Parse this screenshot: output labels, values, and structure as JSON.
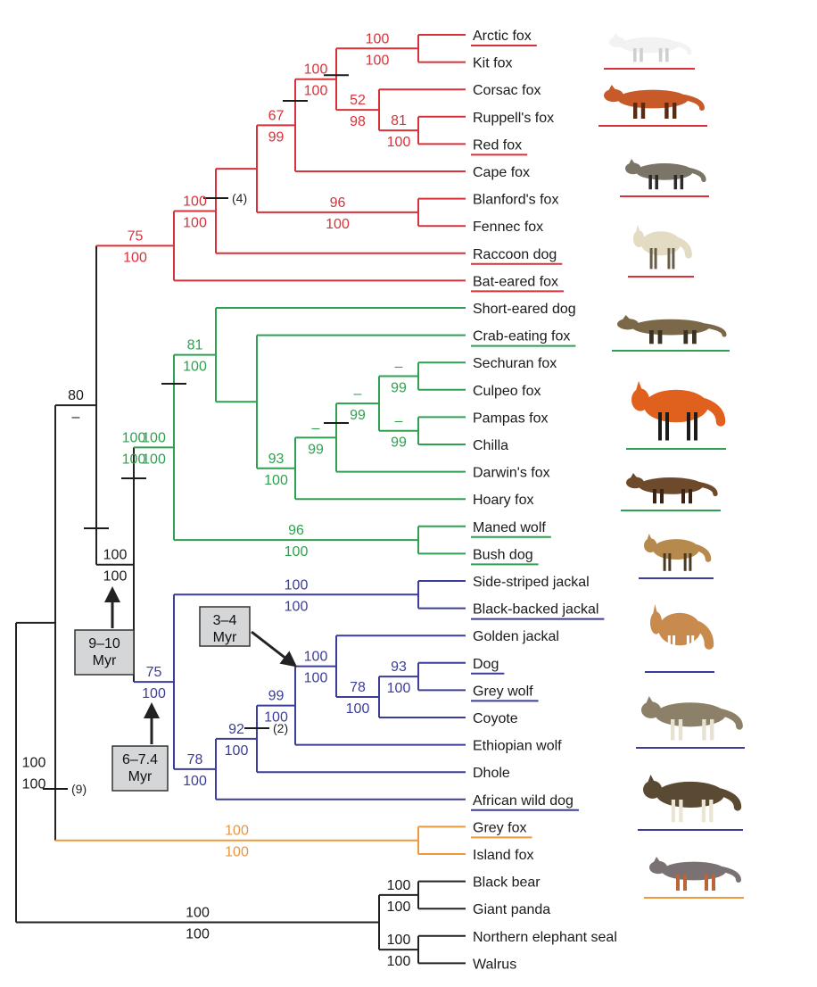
{
  "colors": {
    "red": "#d8313a",
    "green": "#2fa04f",
    "blue": "#3b3d9a",
    "orange": "#ee9a3c",
    "black": "#222222",
    "box_fill": "#d4d6d8"
  },
  "taxa": [
    {
      "name": "Arctic fox",
      "clade": "red",
      "underlined": true
    },
    {
      "name": "Kit fox",
      "clade": "red",
      "underlined": false
    },
    {
      "name": "Corsac fox",
      "clade": "red",
      "underlined": false
    },
    {
      "name": "Ruppell's fox",
      "clade": "red",
      "underlined": false
    },
    {
      "name": "Red fox",
      "clade": "red",
      "underlined": true
    },
    {
      "name": "Cape fox",
      "clade": "red",
      "underlined": false
    },
    {
      "name": "Blanford's fox",
      "clade": "red",
      "underlined": false
    },
    {
      "name": "Fennec fox",
      "clade": "red",
      "underlined": false
    },
    {
      "name": "Raccoon dog",
      "clade": "red",
      "underlined": true
    },
    {
      "name": "Bat-eared fox",
      "clade": "red",
      "underlined": true
    },
    {
      "name": "Short-eared dog",
      "clade": "green",
      "underlined": false
    },
    {
      "name": "Crab-eating fox",
      "clade": "green",
      "underlined": true
    },
    {
      "name": "Sechuran fox",
      "clade": "green",
      "underlined": false
    },
    {
      "name": "Culpeo fox",
      "clade": "green",
      "underlined": false
    },
    {
      "name": "Pampas fox",
      "clade": "green",
      "underlined": false
    },
    {
      "name": "Chilla",
      "clade": "green",
      "underlined": false
    },
    {
      "name": "Darwin's fox",
      "clade": "green",
      "underlined": false
    },
    {
      "name": "Hoary fox",
      "clade": "green",
      "underlined": false
    },
    {
      "name": "Maned wolf",
      "clade": "green",
      "underlined": true
    },
    {
      "name": "Bush dog",
      "clade": "green",
      "underlined": true
    },
    {
      "name": "Side-striped jackal",
      "clade": "blue",
      "underlined": false
    },
    {
      "name": "Black-backed jackal",
      "clade": "blue",
      "underlined": true
    },
    {
      "name": "Golden jackal",
      "clade": "blue",
      "underlined": false
    },
    {
      "name": "Dog",
      "clade": "blue",
      "underlined": true
    },
    {
      "name": "Grey wolf",
      "clade": "blue",
      "underlined": true
    },
    {
      "name": "Coyote",
      "clade": "blue",
      "underlined": false
    },
    {
      "name": "Ethiopian wolf",
      "clade": "blue",
      "underlined": false
    },
    {
      "name": "Dhole",
      "clade": "blue",
      "underlined": false
    },
    {
      "name": "African wild dog",
      "clade": "blue",
      "underlined": true
    },
    {
      "name": "Grey fox",
      "clade": "orange",
      "underlined": true
    },
    {
      "name": "Island fox",
      "clade": "orange",
      "underlined": false
    },
    {
      "name": "Black bear",
      "clade": "black",
      "underlined": false
    },
    {
      "name": "Giant panda",
      "clade": "black",
      "underlined": false
    },
    {
      "name": "Northern elephant seal",
      "clade": "black",
      "underlined": false
    },
    {
      "name": "Walrus",
      "clade": "black",
      "underlined": false
    }
  ],
  "support": [
    {
      "top": "100",
      "bottom": "100"
    },
    {
      "top": "100",
      "bottom": "100"
    },
    {
      "top": "52",
      "bottom": "98"
    },
    {
      "top": "81",
      "bottom": "100"
    },
    {
      "top": "67",
      "bottom": "99"
    },
    {
      "top": "100",
      "bottom": "100"
    },
    {
      "top": "96",
      "bottom": "100"
    },
    {
      "top": "75",
      "bottom": "100"
    },
    {
      "top": "80",
      "bottom": "–"
    },
    {
      "top": "100",
      "bottom": "100"
    },
    {
      "top": "100",
      "bottom": "100"
    },
    {
      "top": "81",
      "bottom": "100"
    },
    {
      "top": "93",
      "bottom": "100"
    },
    {
      "top": "–",
      "bottom": "99"
    },
    {
      "top": "–",
      "bottom": "99"
    },
    {
      "top": "–",
      "bottom": "99"
    },
    {
      "top": "–",
      "bottom": "99"
    },
    {
      "top": "96",
      "bottom": "100"
    },
    {
      "top": "100",
      "bottom": "100"
    },
    {
      "top": "100",
      "bottom": "100"
    },
    {
      "top": "75",
      "bottom": "100"
    },
    {
      "top": "100",
      "bottom": "100"
    },
    {
      "top": "93",
      "bottom": "100"
    },
    {
      "top": "78",
      "bottom": "100"
    },
    {
      "top": "99",
      "bottom": "100"
    },
    {
      "top": "92",
      "bottom": "100"
    },
    {
      "top": "78",
      "bottom": "100"
    },
    {
      "top": "100",
      "bottom": "100"
    },
    {
      "top": "100",
      "bottom": "100"
    },
    {
      "top": "100",
      "bottom": "100"
    },
    {
      "top": "100",
      "bottom": "100"
    }
  ],
  "indel_notes": [
    "(4)",
    "(2)",
    "(9)"
  ],
  "time_boxes": [
    {
      "line1": "3–4",
      "line2": "Myr"
    },
    {
      "line1": "9–10",
      "line2": "Myr"
    },
    {
      "line1": "6–7.4",
      "line2": "Myr"
    }
  ],
  "animal_icons": [
    "arctic-fox",
    "red-fox",
    "raccoon-dog",
    "bat-eared-fox",
    "crab-eating-fox",
    "maned-wolf",
    "bush-dog",
    "black-backed-jackal",
    "dog-boxer",
    "grey-wolf",
    "african-wild-dog",
    "grey-fox"
  ]
}
